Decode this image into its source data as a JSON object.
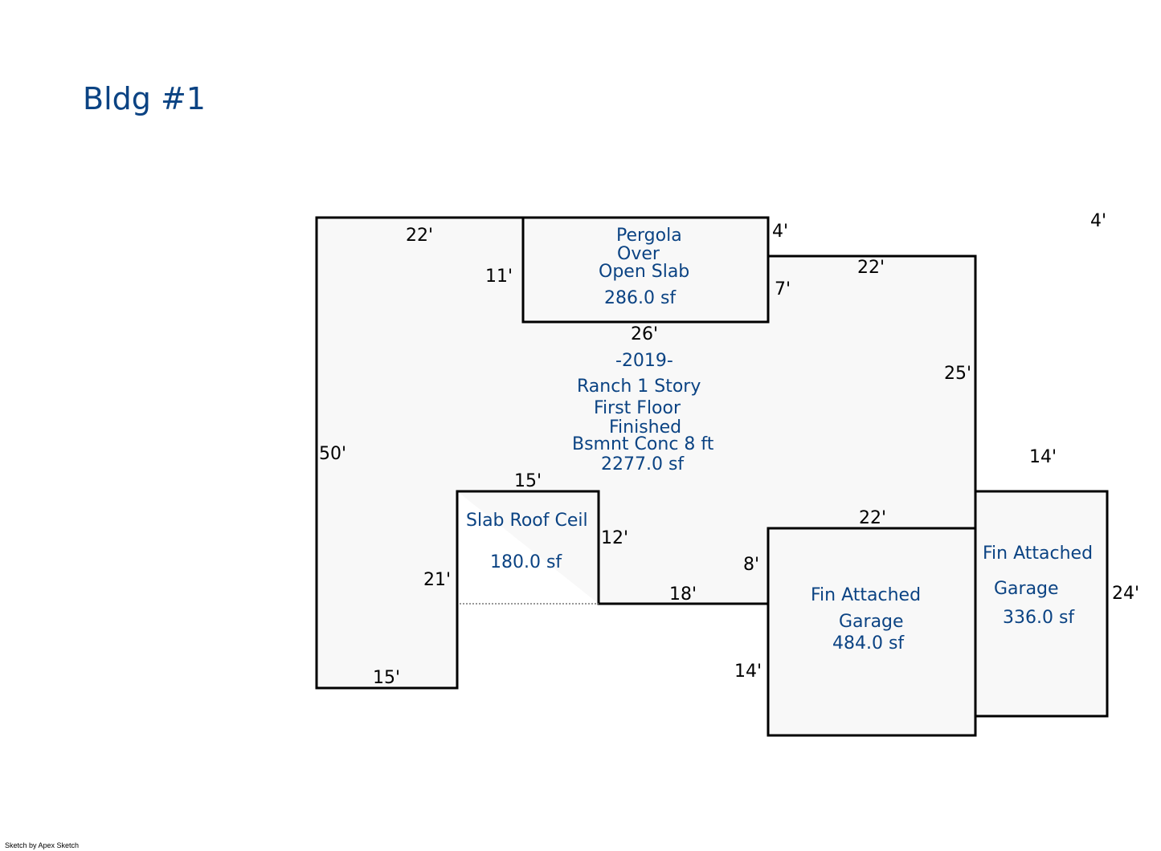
{
  "title": "Bldg #1",
  "footer": "Sketch by Apex Sketch",
  "areas": {
    "main": [
      "-2019-",
      "Ranch 1 Story",
      "First Floor",
      "Finished",
      "Bsmnt Conc 8 ft",
      "2277.0 sf"
    ],
    "pergola": [
      "Pergola",
      "Over",
      "Open Slab",
      "286.0 sf"
    ],
    "slab": [
      "Slab Roof Ceil",
      "180.0 sf"
    ],
    "garage1": [
      "Fin Attached",
      "Garage",
      "484.0 sf"
    ],
    "garage2": [
      "Fin Attached",
      "Garage",
      "336.0 sf"
    ]
  },
  "dimensions": {
    "main_top": "22'",
    "main_left": "50'",
    "main_bottom": "15'",
    "main_inner_left": "21'",
    "pergola_left": "11'",
    "pergola_bottom": "26'",
    "pergola_right_top": "4'",
    "right_offset": "7'",
    "upper_right_top": "22'",
    "main_right": "25'",
    "slab_top": "15'",
    "slab_right": "12'",
    "notch_bottom": "18'",
    "garage_left_step": "8'",
    "garage1_top": "22'",
    "garage1_left": "14'",
    "garage2_top": "14'",
    "garage2_right": "24'",
    "far_right_corner": "4'"
  }
}
